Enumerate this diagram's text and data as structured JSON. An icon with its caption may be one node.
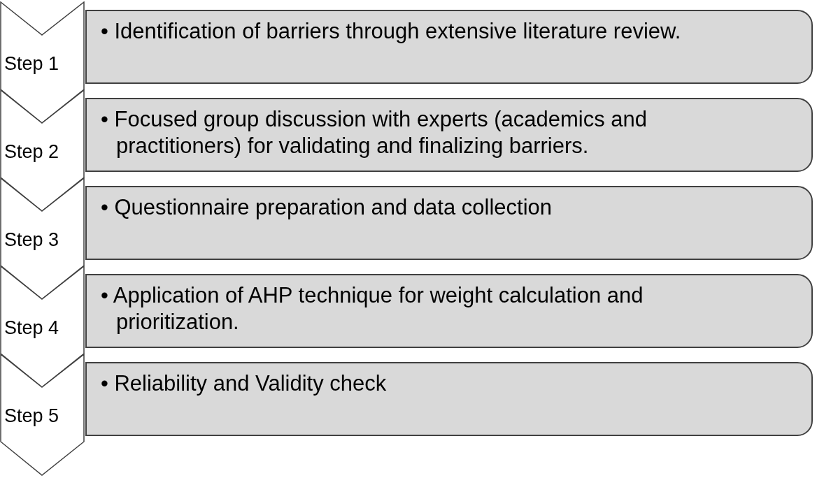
{
  "diagram": {
    "nodes": [
      {
        "text": [
          "Step 1"
        ]
      },
      {
        "text": [
          "• Identification of barriers through extensive literature review."
        ]
      },
      {
        "text": [
          "Step 2"
        ]
      },
      {
        "text": [
          "• Focused group discussion with experts (academics and practitioners) for validating and finalizing barriers."
        ]
      },
      {
        "text": [
          "Step 3"
        ]
      },
      {
        "text": [
          "• Questionnaire preparation and data collection"
        ]
      },
      {
        "text": [
          "Step 4"
        ]
      },
      {
        "text": [
          "• Application of AHP technique for weight calculation and prioritization."
        ]
      },
      {
        "text": [
          "Step 5"
        ]
      },
      {
        "text": [
          "• Reliability and Validity check"
        ]
      }
    ]
  }
}
